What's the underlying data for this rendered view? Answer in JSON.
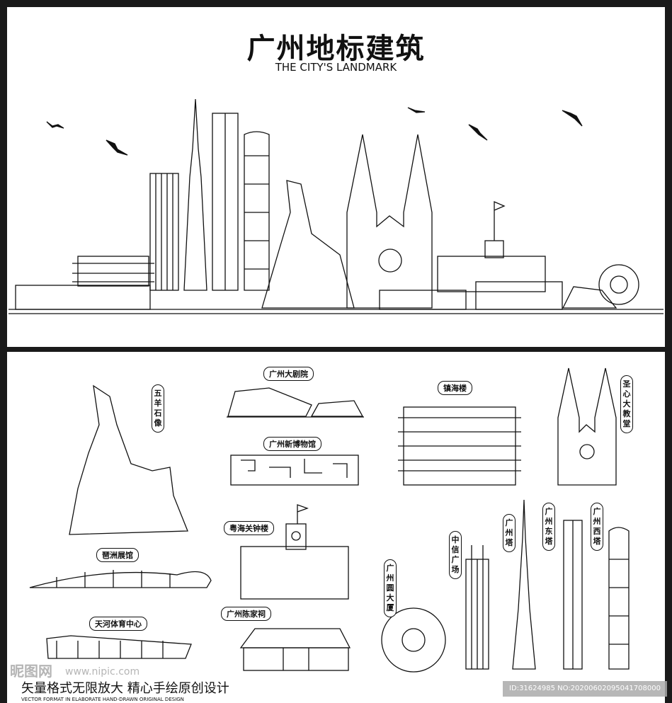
{
  "header": {
    "title": "广州地标建筑",
    "subtitle": "THE CITY'S LANDMARK"
  },
  "labels": {
    "five_rams": "五羊石像",
    "grand_theatre": "广州大剧院",
    "zhenhai_tower": "镇海楼",
    "sacred_heart": "圣心大教堂",
    "new_museum": "广州新博物馆",
    "pazhou": "琶洲展馆",
    "customs_clock": "粤海关钟楼",
    "canton_tower": "广州塔",
    "east_tower": "广州东塔",
    "west_tower": "广州西塔",
    "citic_plaza": "中信广场",
    "circle_building": "广州圆大厦",
    "chen_clan": "广州陈家祠",
    "tianhe_sports": "天河体育中心"
  },
  "footer": {
    "slogan": "矢量格式无限放大  精心手绘原创设计",
    "slogan_en": "VECTOR FORMAT IN ELABORATE HAND-DRAWN ORIGINAL DESIGN",
    "watermark": "昵图网",
    "watermark_url": "www.nipic.com",
    "image_id": "ID:31624985 NO:20200602095041708000"
  }
}
